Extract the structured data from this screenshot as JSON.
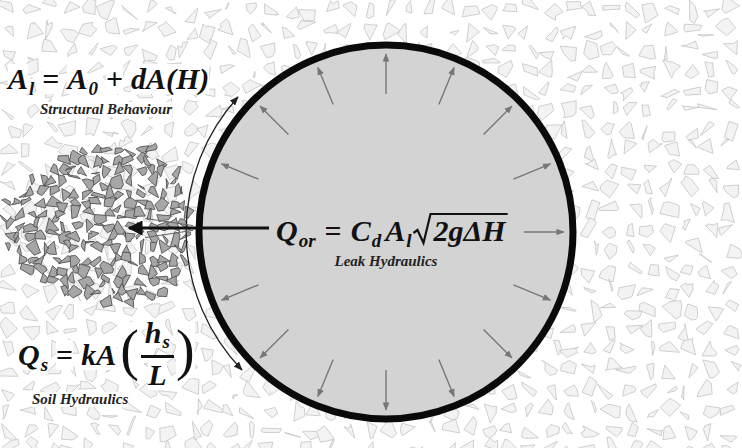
{
  "diagram": {
    "nodes": [
      {
        "text": [
          "Q",
          "or",
          "=",
          "C",
          "d",
          "A",
          "l",
          "2gΔH",
          "Leak Hydraulics"
        ]
      }
    ],
    "labels": [
      "A",
      "l",
      "=",
      "A",
      "0",
      "+",
      "dA(H)",
      "Structural Behaviour",
      "Q",
      "s",
      "=",
      "kA",
      "(",
      "h",
      "s",
      "L",
      ")",
      "Soil Hydraulics"
    ]
  }
}
